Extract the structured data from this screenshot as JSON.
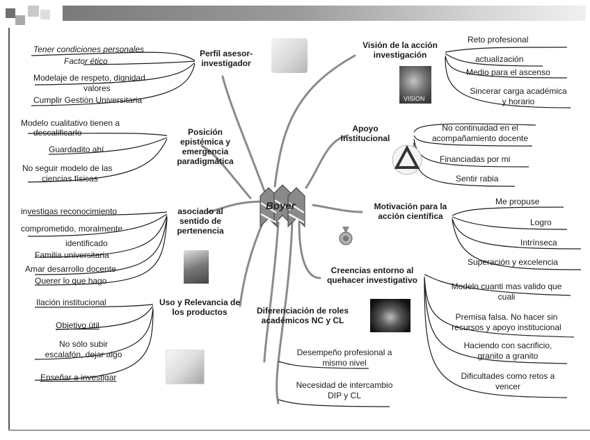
{
  "header": {
    "title_fragment": "p                                        g",
    "bg_color": "#8c8c8c"
  },
  "center": {
    "label": "Boyer",
    "icon": "boyer-logo"
  },
  "branches": {
    "perfil": {
      "title": [
        "Perfil asesor-",
        "investigador"
      ],
      "items": [
        "Tener condiciones personales",
        "Factor ético",
        "Modelaje de respeto, dignidad",
        "valores",
        "Cumplir Gestión Universitaria"
      ]
    },
    "posicion": {
      "title": [
        "Posición",
        "epistémica y",
        "emergencia",
        "paradigmática"
      ],
      "items": [
        "Modelo cualitativo tienen a",
        "descalificarlo",
        "Guardadito ahí",
        "No seguir modelo de las",
        "ciencias físicas"
      ]
    },
    "asociado": {
      "title": [
        "asociado al",
        "sentido de",
        "pertenencia"
      ],
      "items": [
        "investigas reconocimiento",
        "comprometido, moralmente",
        "identificado",
        "Familia universitaria",
        "Amar desarrollo docente",
        "Querer lo que hago"
      ]
    },
    "uso": {
      "title": [
        "Uso y Relevancia de",
        "los productos"
      ],
      "items": [
        "Ilación institucional",
        "Objetivo útil",
        "No sólo subir",
        "escalafón, dejar algo",
        "Enseñar a investigar"
      ]
    },
    "diferenciacion": {
      "title": [
        "Diferenciación de roles",
        "académicos NC y CL"
      ],
      "items": [
        "Desempeño profesional a",
        "mismo nivel",
        "Necesidad de intercambio",
        "DIP y CL"
      ]
    },
    "vision": {
      "title": [
        "Visión de la acción",
        "investigación"
      ],
      "items": [
        "Reto profesional",
        "actualización",
        "Medio para el ascenso",
        "Sincerar carga académica",
        "y horario"
      ],
      "image_caption": "VISION"
    },
    "apoyo": {
      "title": [
        "Apoyo",
        "Institucional"
      ],
      "items": [
        "No continuidad en el",
        "acompañamiento docente",
        "Financiadas por mi",
        "Sentir rabia"
      ]
    },
    "motivacion": {
      "title": [
        "Motivación para la",
        "acción científica"
      ],
      "items": [
        "Me propuse",
        "Logro",
        "Intrínseca",
        "Superación y excelencia"
      ]
    },
    "creencias": {
      "title": [
        "Creencias entorno al",
        "quehacer investigativo"
      ],
      "items": [
        "Modelo cuanti mas valido que",
        "cuali",
        "Premisa falsa. No hacer sin",
        "recursos y apoyo institucional",
        "Haciendo con sacrificio,",
        "granito a granito",
        "Dificultades como retos a",
        "vencer"
      ]
    }
  }
}
